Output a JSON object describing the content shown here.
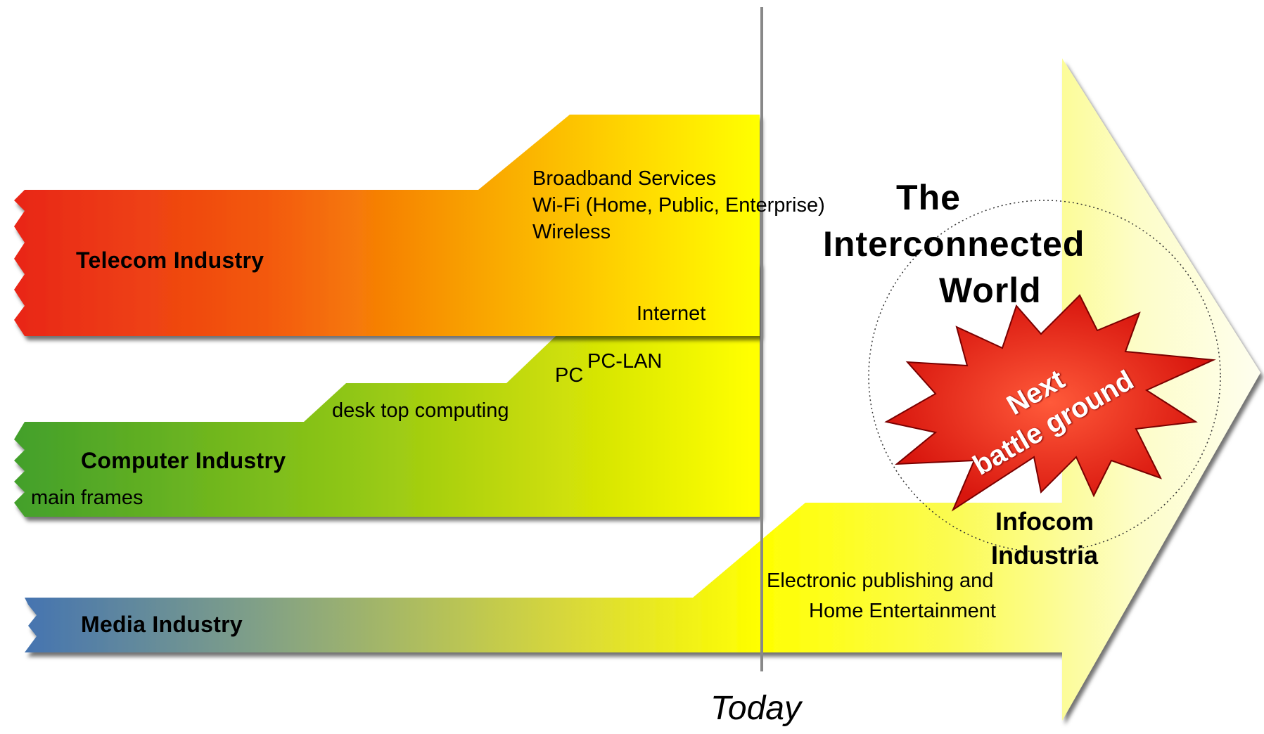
{
  "industries": {
    "telecom": "Telecom Industry",
    "computer": "Computer Industry",
    "media": "Media Industry"
  },
  "notes": {
    "broadband": "Broadband Services",
    "wifi": "Wi-Fi (Home, Public, Enterprise)",
    "wireless": "Wireless",
    "internet": "Internet",
    "pc": "PC",
    "pc_lan": "PC-LAN",
    "desktop": "desk top computing",
    "mainframes": "main frames",
    "publishing": "Electronic publishing and",
    "entertainment": "Home Entertainment"
  },
  "target": {
    "title_line1": "The",
    "title_line2": "Interconnected",
    "title_line3": "World",
    "burst_line1": "Next",
    "burst_line2": "battle ground",
    "infocom_line1": "Infocom",
    "infocom_line2": "Industria"
  },
  "timeline": {
    "today_label": "Today"
  },
  "colors": {
    "telecom_start": "#e8231a",
    "telecom_mid": "#f58a05",
    "computer_start": "#3f9e2c",
    "computer_mid": "#a7d10c",
    "media_start": "#3f6fb5",
    "yellow": "#ffff00",
    "pale_yellow": "#fdfde0",
    "burst_red": "#e8231a"
  }
}
